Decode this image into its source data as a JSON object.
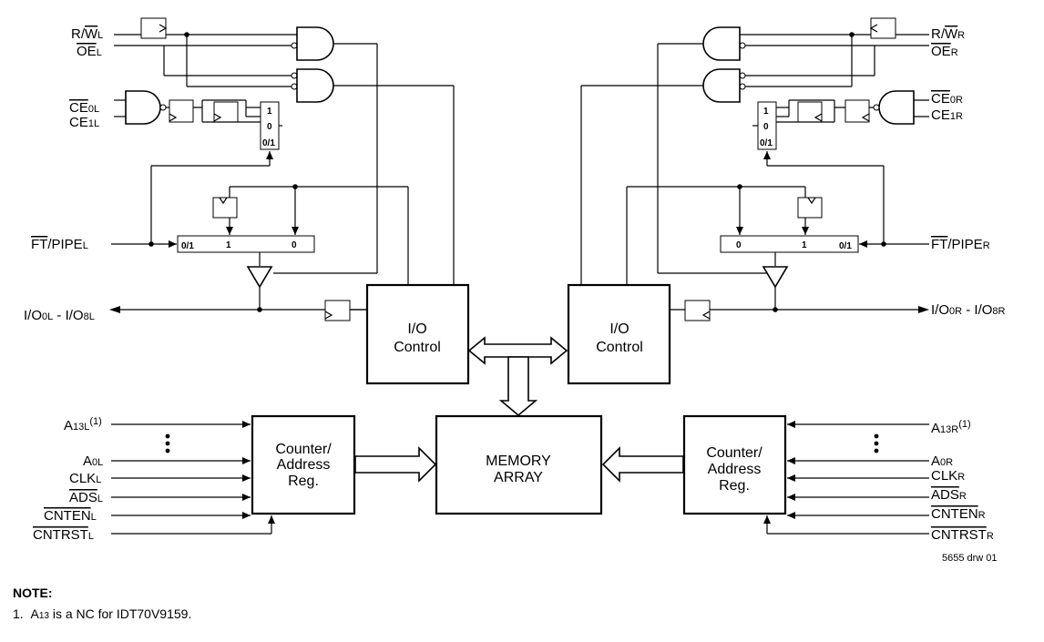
{
  "left_signals": {
    "rw": {
      "main": "R/",
      "bar": "W",
      "sub": "L"
    },
    "oe": {
      "bar": "OE",
      "sub": "L"
    },
    "ce0": {
      "bar": "CE",
      "sub": "0L"
    },
    "ce1": {
      "main": "CE",
      "sub": "1L"
    },
    "ftpipe": {
      "bar": "FT",
      "main": "/PIPE",
      "sub": "L"
    },
    "io": {
      "a": "I/O",
      "asub": "0L",
      "dash": " - I/O",
      "bsub": "8L"
    },
    "a13": {
      "main": "A",
      "sub": "13L",
      "sup": "(1)"
    },
    "a0": {
      "main": "A",
      "sub": "0L"
    },
    "clk": {
      "main": "CLK",
      "sub": "L"
    },
    "ads": {
      "bar": "ADS",
      "sub": "L"
    },
    "cnten": {
      "bar": "CNTEN",
      "sub": "L"
    },
    "cntrst": {
      "bar": "CNTRST",
      "sub": "L"
    }
  },
  "right_signals": {
    "rw": {
      "main": "R/",
      "bar": "W",
      "sub": "R"
    },
    "oe": {
      "bar": "OE",
      "sub": "R"
    },
    "ce0": {
      "bar": "CE",
      "sub": "0R"
    },
    "ce1": {
      "main": "CE",
      "sub": "1R"
    },
    "ftpipe": {
      "bar": "FT",
      "main": "/PIPE",
      "sub": "R"
    },
    "io": {
      "a": "I/O",
      "asub": "0R",
      "dash": " - I/O",
      "bsub": "8R"
    },
    "a13": {
      "main": "A",
      "sub": "13R",
      "sup": "(1)"
    },
    "a0": {
      "main": "A",
      "sub": "0R"
    },
    "clk": {
      "main": "CLK",
      "sub": "R"
    },
    "ads": {
      "bar": "ADS",
      "sub": "R"
    },
    "cnten": {
      "bar": "CNTEN",
      "sub": "R"
    },
    "cntrst": {
      "bar": "CNTRST",
      "sub": "R"
    }
  },
  "blocks": {
    "io_control_l": [
      "I/O",
      "Control"
    ],
    "io_control_r": [
      "I/O",
      "Control"
    ],
    "counter_l": [
      "Counter/",
      "Address",
      "Reg."
    ],
    "counter_r": [
      "Counter/",
      "Address",
      "Reg."
    ],
    "memory": [
      "MEMORY",
      "ARRAY"
    ]
  },
  "mux": {
    "ce_inputs": [
      "1",
      "0",
      "0/1"
    ],
    "pipe_l": [
      "0/1",
      "1",
      "0"
    ],
    "pipe_r": [
      "0",
      "1",
      "0/1"
    ]
  },
  "drawing_id": "5655 drw 01",
  "note": {
    "heading": "NOTE:",
    "num": "1.",
    "a": "A",
    "sub": "13",
    "rest": " is a NC for IDT70V9159."
  }
}
